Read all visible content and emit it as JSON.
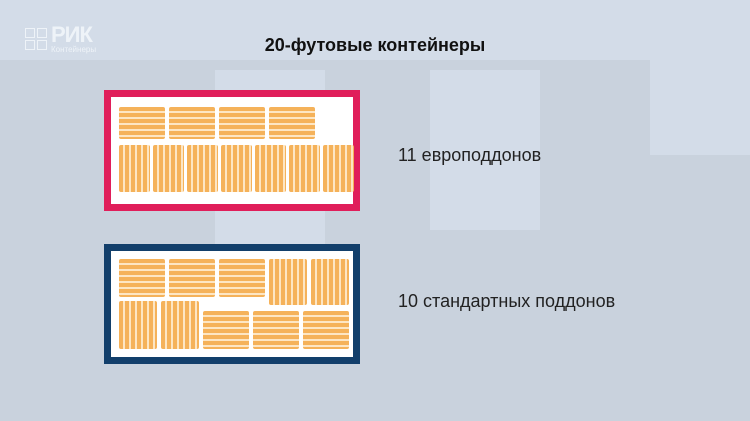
{
  "logo": {
    "main": "РИК",
    "sub": "Контейнеры"
  },
  "title": "20-футовые контейнеры",
  "containers": [
    {
      "label": "11 европоддонов",
      "border_color": "#e01e5a",
      "pallet_count": 11
    },
    {
      "label": "10 стандартных поддонов",
      "border_color": "#123f6b",
      "pallet_count": 10
    }
  ],
  "colors": {
    "background": "#c9d2dd",
    "pallet": "#f5b25a"
  }
}
